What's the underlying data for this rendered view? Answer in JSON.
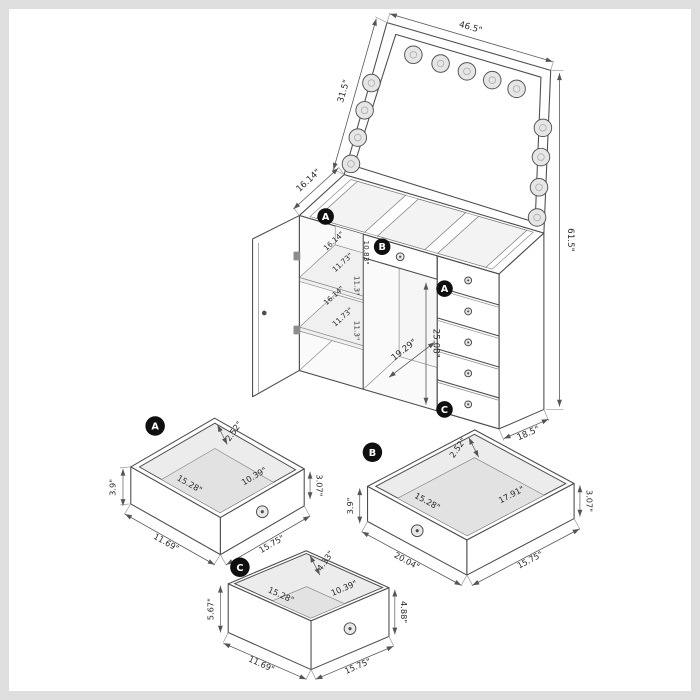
{
  "page": {
    "background": "#ffffff",
    "border_color": "#dedede",
    "line_color": "#4d4d4d"
  },
  "main": {
    "dims": {
      "mirror_width": "46.5\"",
      "mirror_height": "31.5\"",
      "top_depth": "16.14\"",
      "overall_height": "61.5\"",
      "base_depth": "18.5\"",
      "opening_width": "19.29\"",
      "opening_height": "25.08\""
    },
    "interior": {
      "shelf1_depth": "16.14\"",
      "top_gap_height": "10.83\"",
      "shelf1_width": "11.73\"",
      "mid_gap_height": "11.3\"",
      "shelf2_depth": "16.14\"",
      "bottom_gap_height": "11.3\"",
      "shelf2_width": "11.73\""
    },
    "callouts": {
      "glass_shelf": "A",
      "center_drawer": "B",
      "stack_top_drawer": "A",
      "stack_bottom_drawer": "C"
    }
  },
  "drawer_a": {
    "callout": "A",
    "dims": {
      "back_height": "2.52\"",
      "inner_width": "15.28\"",
      "inner_depth": "10.39\"",
      "inner_height": "3.07\"",
      "front_height": "3.9\"",
      "outer_depth": "11.69\"",
      "outer_width": "15.75\""
    }
  },
  "drawer_b": {
    "callout": "B",
    "dims": {
      "back_height": "2.52\"",
      "inner_depth": "15.28\"",
      "inner_width": "17.91\"",
      "inner_height": "3.07\"",
      "front_height": "3.9\"",
      "outer_width": "20.04\"",
      "outer_depth": "15.75\""
    }
  },
  "drawer_c": {
    "callout": "C",
    "dims": {
      "back_height": "4.33\"",
      "inner_width": "15.28\"",
      "inner_depth": "10.39\"",
      "inner_height": "4.88\"",
      "front_height": "5.67\"",
      "outer_depth": "11.69\"",
      "outer_width": "15.75\""
    }
  }
}
